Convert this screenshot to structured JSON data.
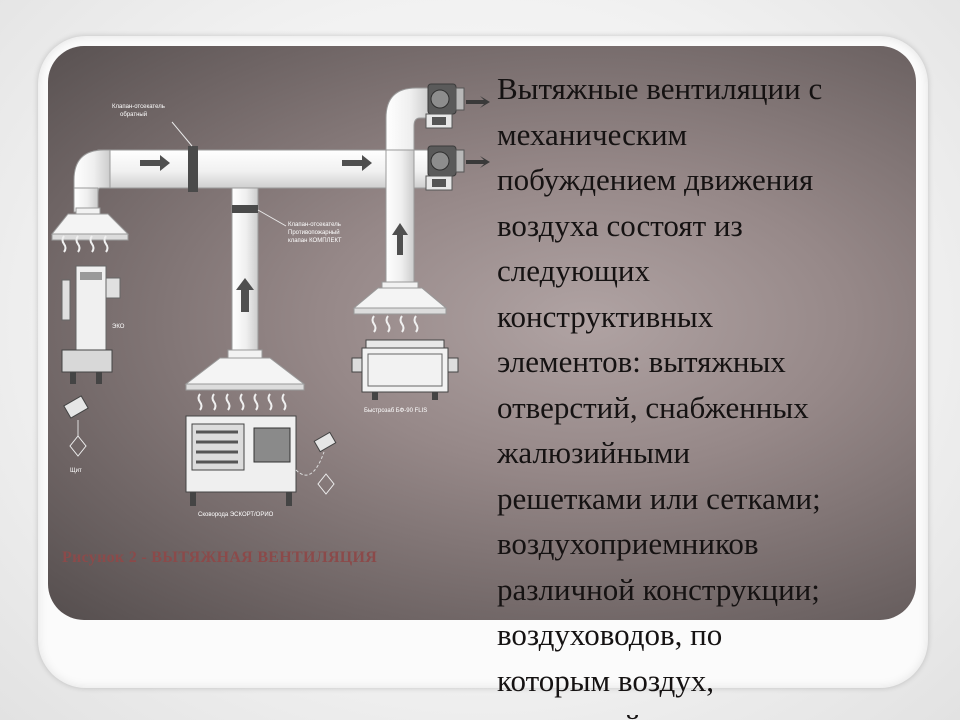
{
  "caption": "Рисунок 2 - ВЫТЯЖНАЯ ВЕНТИЛЯЦИЯ",
  "body_lines": [
    "Вытяжные вентиляции с",
    "механическим",
    "побуждением движения",
    "воздуха состоят из",
    "следующих",
    "конструктивных",
    "элементов: вытяжных",
    "отверстий, снабженных",
    "жалюзийными",
    "решетками или сетками;",
    "воздухоприемников",
    "различной конструкции;",
    "воздуховодов, по",
    "которым воздух,",
    "удаляемый из"
  ],
  "diagram_labels": {
    "top_left": [
      "Клапан-отсекатель",
      "обратный"
    ],
    "middle": [
      "Клапан-отсекатель",
      "Противопожарный",
      "клапан КОМПЛЕКТ"
    ],
    "right_device": "Быстрозаб БФ-90 FLIS",
    "left_device": "ЭКО",
    "bottom_device": "Сковорода ЭСКОРТ/ОРИО",
    "left_bottom": "Щит"
  },
  "colors": {
    "caption": "#8b4a4a",
    "body_text": "#151212",
    "duct": "#f4f4f4"
  }
}
